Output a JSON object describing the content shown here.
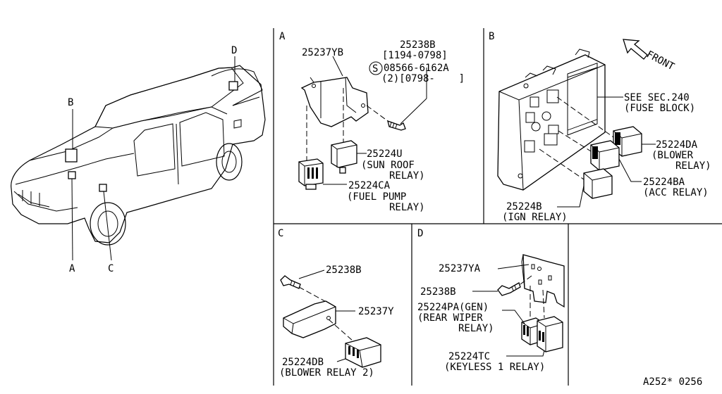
{
  "car_locators": [
    "A",
    "B",
    "C",
    "D"
  ],
  "sections": {
    "A": {
      "title": "A",
      "bracket": "25237YB",
      "screw_part": "25238B",
      "screw_range": "[1194-0798]",
      "screw_alt": "08566-6162A",
      "screw_alt_symbol": "S",
      "screw_alt_qty": "(2)[0798-    ]",
      "relay1_part": "25224U",
      "relay1_desc_1": "(SUN ROOF",
      "relay1_desc_2": "RELAY)",
      "relay2_part": "25224CA",
      "relay2_desc_1": "(FUEL PUMP",
      "relay2_desc_2": "RELAY)"
    },
    "B": {
      "title": "B",
      "front": "FRONT",
      "see_sec": "SEE SEC.240",
      "fuse_block": "(FUSE BLOCK)",
      "blower_part": "25224DA",
      "blower_desc_1": "(BLOWER",
      "blower_desc_2": "RELAY)",
      "acc_part": "25224BA",
      "acc_desc": "(ACC RELAY)",
      "ign_part": "25224B",
      "ign_desc": "(IGN RELAY)"
    },
    "C": {
      "title": "C",
      "screw_part": "25238B",
      "bracket": "25237Y",
      "relay_part": "25224DB",
      "relay_desc": "(BLOWER RELAY 2)"
    },
    "D": {
      "title": "D",
      "bracket": "25237YA",
      "screw_part": "25238B",
      "relay1_part": "25224PA(GEN)",
      "relay1_desc_1": "(REAR WIPER",
      "relay1_desc_2": "RELAY)",
      "relay2_part": "25224TC",
      "relay2_desc": "(KEYLESS 1 RELAY)"
    }
  },
  "diagram_code": "A252* 0256"
}
